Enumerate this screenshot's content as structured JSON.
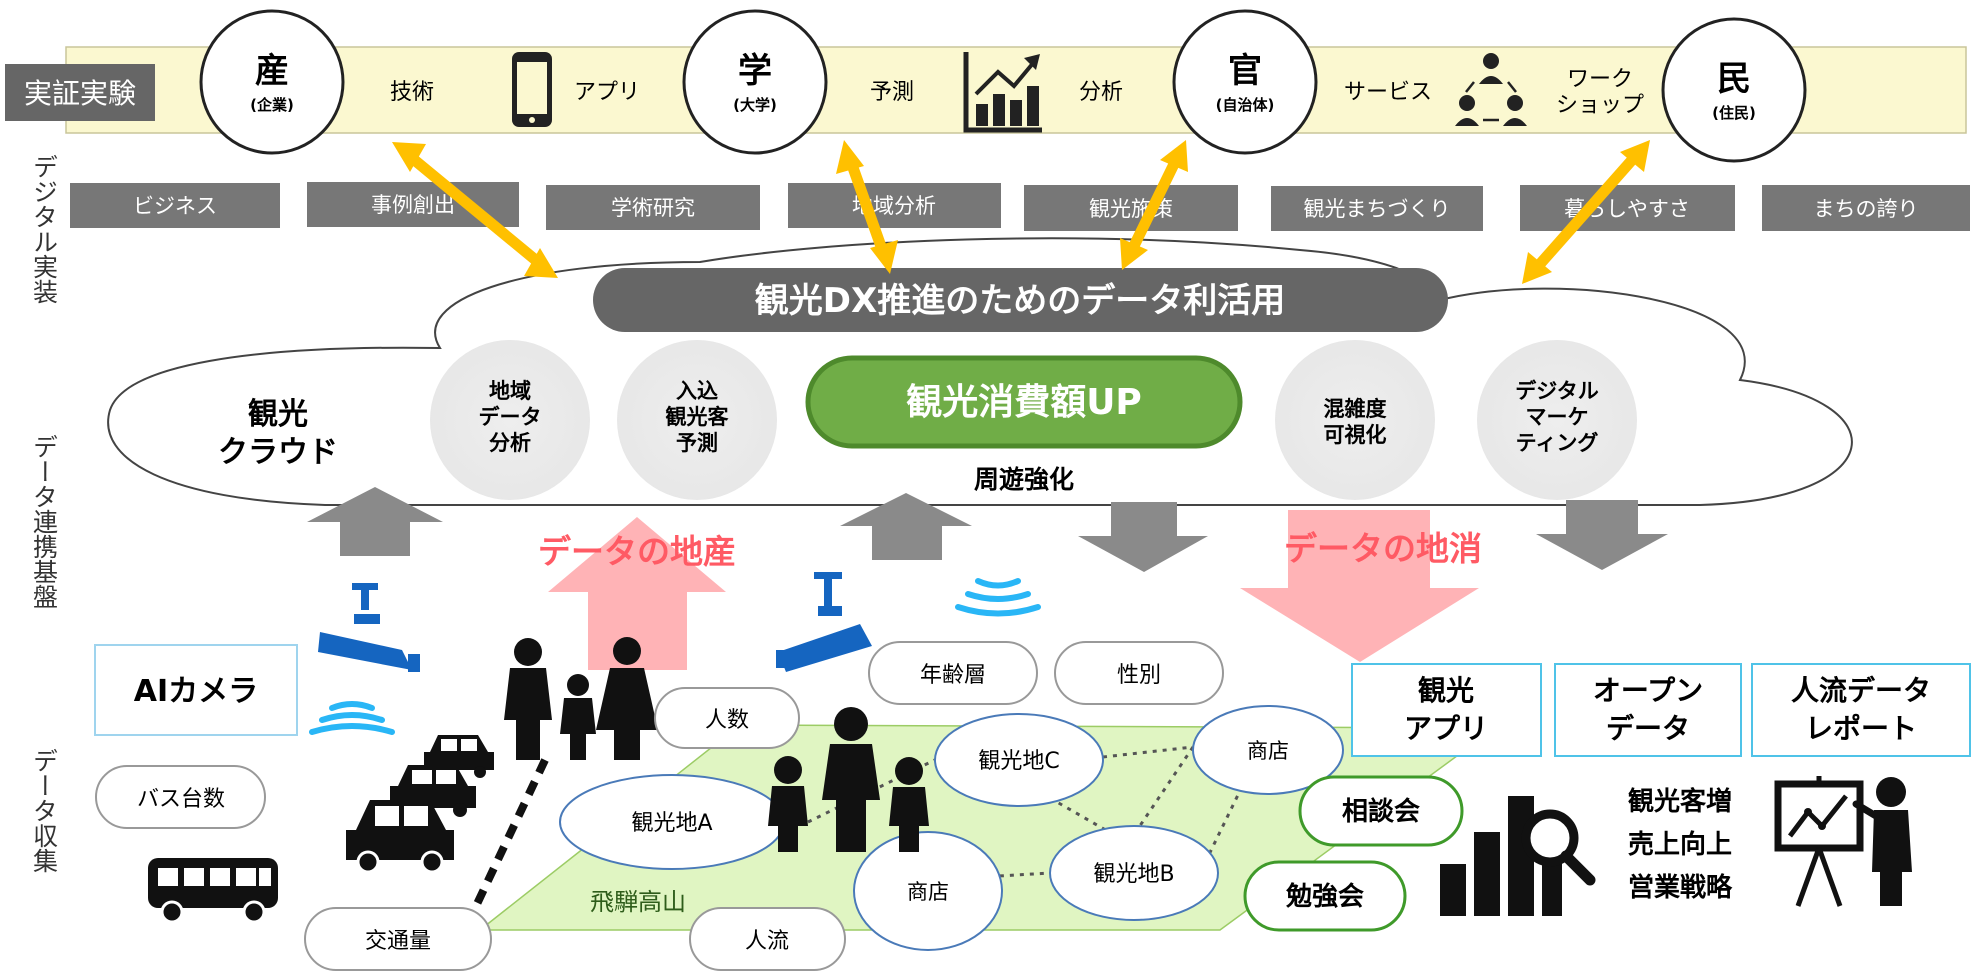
{
  "top_band": {
    "label": "実証実験",
    "stakeholders": [
      {
        "main": "産",
        "sub": "(企業)"
      },
      {
        "main": "学",
        "sub": "(大学)"
      },
      {
        "main": "官",
        "sub": "(自治体)"
      },
      {
        "main": "民",
        "sub": "(住民)"
      }
    ],
    "items": [
      "技術",
      "アプリ",
      "予測",
      "分析",
      "サービス",
      "ワーク",
      "ショップ"
    ]
  },
  "side_labels": {
    "implementation": "デジタル実装",
    "platform": "データ連携基盤",
    "collection": "データ収集"
  },
  "outcomes": [
    "ビジネス",
    "事例創出",
    "学術研究",
    "地域分析",
    "観光施策",
    "観光まちづくり",
    "暮らしやすさ",
    "まちの誇り"
  ],
  "cloud": {
    "title": "観光DX推進のためのデータ利活用",
    "left_line1": "観光",
    "left_line2": "クラウド",
    "functions": [
      [
        "地域",
        "データ",
        "分析"
      ],
      [
        "入込",
        "観光客",
        "予測"
      ],
      [
        "混雑度",
        "可視化"
      ],
      [
        "デジタル",
        "マーケ",
        "ティング"
      ]
    ],
    "center": "観光消費額UP",
    "sub": "周遊強化"
  },
  "flows": {
    "produce": "データの地産",
    "consume": "データの地消"
  },
  "collection": {
    "ai_camera": "AIカメラ",
    "bus": "バス台数",
    "traffic": "交通量",
    "people_count": "人数",
    "age": "年齢層",
    "gender": "性別",
    "flow": "人流",
    "region": "飛騨高山",
    "spots": [
      "観光地A",
      "観光地B",
      "観光地C"
    ],
    "shop": "商店",
    "events": [
      "相談会",
      "勉強会"
    ]
  },
  "outputs": {
    "boxes": [
      [
        "観光",
        "アプリ"
      ],
      [
        "オープン",
        "データ"
      ],
      [
        "人流データ",
        "レポート"
      ]
    ],
    "results": [
      "観光客増",
      "売上向上",
      "営業戦略"
    ]
  },
  "colors": {
    "band": "#fbf8d0",
    "gray_box": "#777777",
    "dark_banner": "#666666",
    "green": "#70ad47",
    "green_border": "#4e8a2c",
    "yellow_arrow": "#ffc000",
    "pink_arrow": "#ffb3b6",
    "pink_text": "#ff5a64",
    "camera_blue": "#1565c0",
    "wifi": "#29b6f6",
    "map_green": "#e0f5c2",
    "output_border": "#4fc3e8"
  }
}
